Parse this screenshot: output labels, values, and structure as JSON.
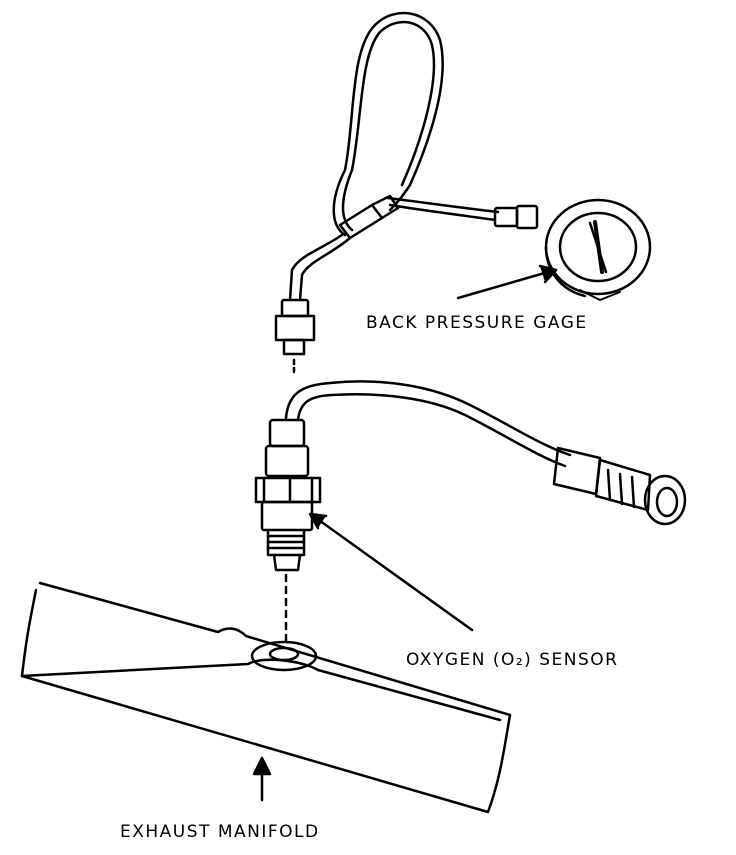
{
  "labels": {
    "back_pressure_gage": "BACK PRESSURE GAGE",
    "oxygen_sensor": "OXYGEN (O₂) SENSOR",
    "exhaust_manifold": "EXHAUST MANIFOLD"
  },
  "icons": {
    "gage": "pressure-gage-icon",
    "sensor": "oxygen-sensor-icon",
    "manifold": "exhaust-manifold-icon"
  },
  "colors": {
    "ink": "#000000",
    "paper": "#ffffff"
  }
}
